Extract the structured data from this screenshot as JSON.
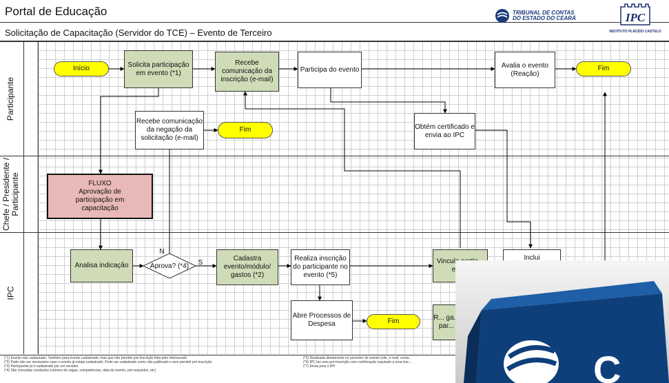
{
  "header": {
    "title": "Portal de Educação",
    "subtitle": "Solicitação de Capacitação (Servidor do TCE) – Evento de Terceiro",
    "tce_line1": "TRIBUNAL DE CONTAS",
    "tce_line2": "DO ESTADO DO CEARÁ",
    "ipc_logo": "IPC",
    "ipc_name": "INSTITUTO PLÁCIDO CASTELO"
  },
  "lanes": {
    "participante": "Participante",
    "chefe_line1": "Chefe / Presidente /",
    "chefe_line2": "Participante",
    "ipc": "IPC"
  },
  "nodes": {
    "inicio": "Início",
    "solicita": "Solicita participação em evento (*1)",
    "recebe_inscricao": "Recebe comunicação da inscrição (e-mail)",
    "participa": "Participa do evento",
    "avalia": "Avalia o evento (Reação)",
    "fim_top": "Fim",
    "recebe_negacao": "Recebe comunicação da negação da solicitação (e-mail)",
    "fim_neg": "Fim",
    "obtem": "Obtém certificado e envia ao IPC",
    "fluxo_title": "FLUXO",
    "fluxo_body": "Aprovação de participação em capacitação",
    "analisa": "Analisa indicação",
    "aprova": "Aprova? (*4)",
    "label_n": "N",
    "label_s": "S",
    "cadastra": "Cadastra evento/módulo/ gastos (*2)",
    "realiza": "Realiza inscrição do participante no evento (*5)",
    "vincula": "Vincula partic... eve...",
    "inclui": "Inclui",
    "abre": "Abre Processos de Despesa",
    "fim_bottom": "Fim",
    "r_partial": "R... ga... par..."
  },
  "notes_left": [
    "(*1) Evento não cadastrado. Também para evento cadastrado, mas que não permite pré-inscrição feita pelo interessado",
    "(*2) Pode não ser necessário caso o evento já esteja cadastrado. Pode ser cadastrado como não publicado e sem permitir pré-inscrição",
    "(*3) Participante já é cadastrado por ser servidor",
    "(*4) São checadas condições (número de vagas, competências, data do evento, pré-requisitos, etc)"
  ],
  "notes_right": [
    "(*5) Realizada diretamente no provedor do evento (site, e-mail, conta...",
    "(*6) IPC faz uma pré-inscrição com confirmação (equivale a uma insc...",
    "(*7) Envia para o RH"
  ],
  "photo_text": "C"
}
